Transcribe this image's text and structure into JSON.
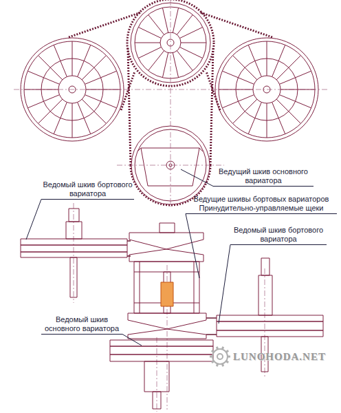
{
  "diagram": {
    "labels": [
      "Ведущий шкив основного вариатора",
      "Ведомый шкив бортового вариатора",
      "Ведущие шкивы бортовых вариаторов Принудительно-управляемые щеки",
      "Ведомый шкив бортового вариатора",
      "Ведомый шкив основного вариатора",
      "LUNOHODA.NET"
    ]
  }
}
